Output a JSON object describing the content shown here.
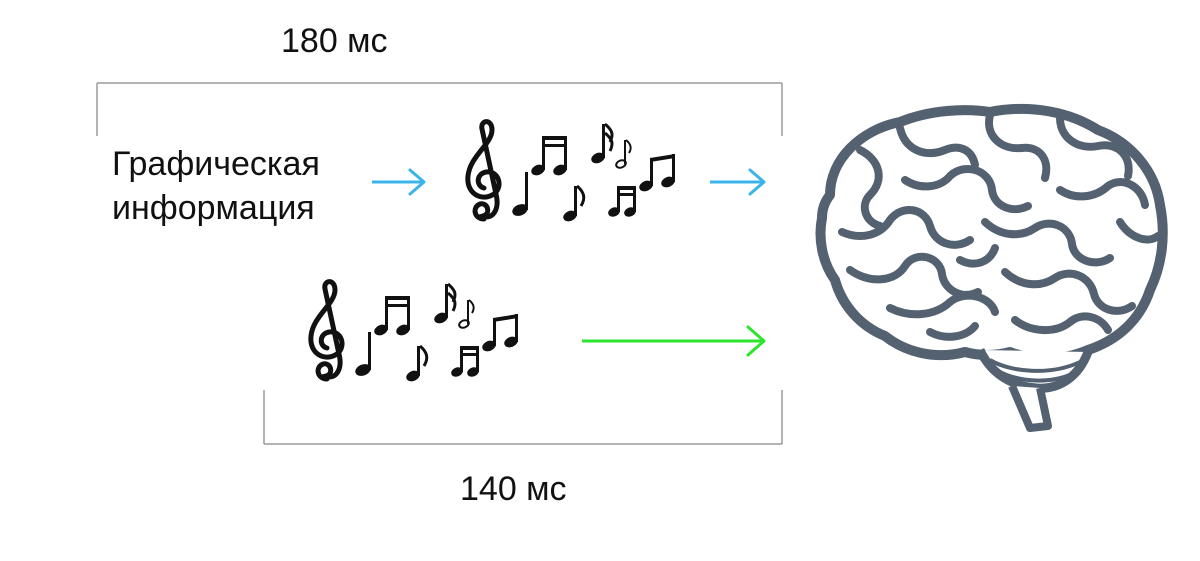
{
  "timing": {
    "top_label": "180 мс",
    "bottom_label": "140 мс"
  },
  "source": {
    "line1": "Графическая",
    "line2": "информация"
  },
  "colors": {
    "blue_arrow": "#3bb4ea",
    "green_arrow": "#2ee52e",
    "bracket": "#9a9a9a",
    "brain": "#546170",
    "music": "#111111"
  },
  "icons": {
    "music_notes": "music-notes-icon",
    "brain": "brain-icon"
  }
}
